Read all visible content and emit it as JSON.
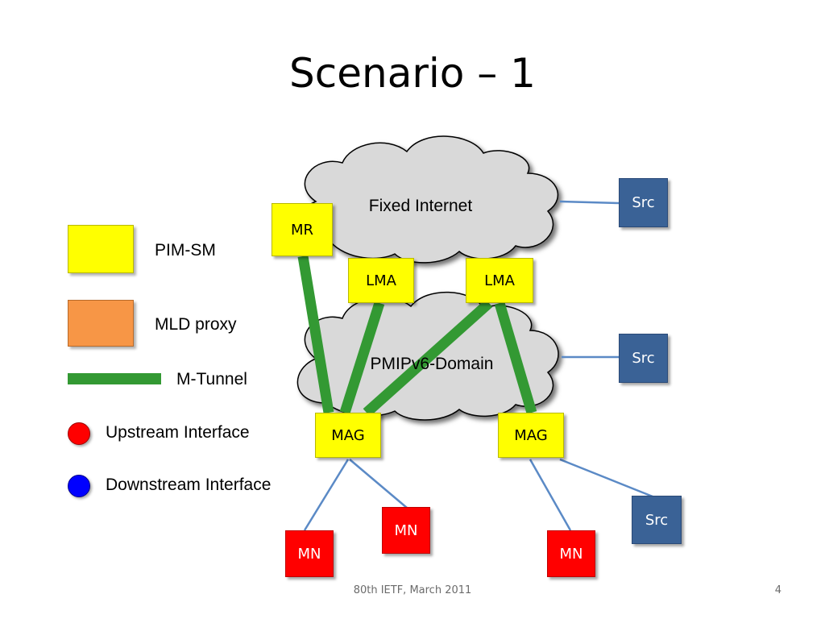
{
  "title": "Scenario – 1",
  "clouds": {
    "top": "Fixed Internet",
    "bottom": "PMIPv6-Domain"
  },
  "nodes": {
    "mr": "MR",
    "lma_left": "LMA",
    "lma_right": "LMA",
    "mag_left": "MAG",
    "mag_right": "MAG",
    "src_top": "Src",
    "src_middle": "Src",
    "src_bottom": "Src",
    "mn_left": "MN",
    "mn_middle": "MN",
    "mn_right": "MN"
  },
  "legend": {
    "pim_sm": "PIM-SM",
    "mld_proxy": "MLD proxy",
    "m_tunnel": "M-Tunnel",
    "upstream": "Upstream Interface",
    "downstream": "Downstream Interface"
  },
  "colors": {
    "pim_sm": "#ffff00",
    "mld_proxy": "#f79646",
    "m_tunnel": "#339933",
    "upstream": "#ff0000",
    "downstream": "#0000ff",
    "src": "#3a6296",
    "mn": "#ff0000",
    "link": "#5b8ac6",
    "cloud": "#d9d9d9"
  },
  "footer": {
    "text": "80th IETF, March 2011",
    "page": "4"
  }
}
